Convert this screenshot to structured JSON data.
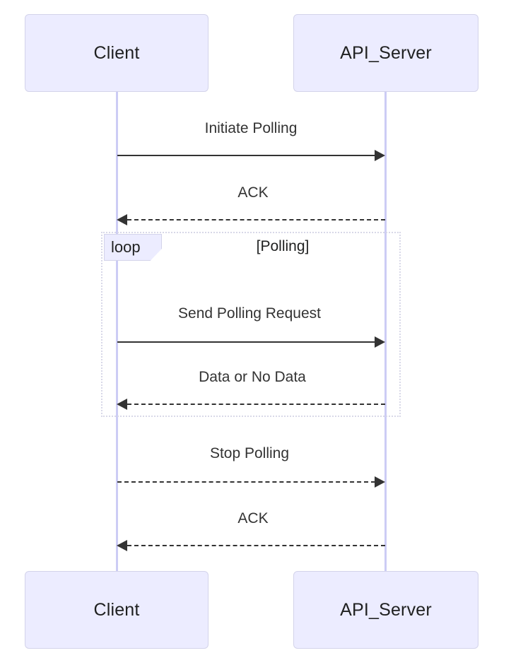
{
  "diagram": {
    "type": "sequence-diagram",
    "title": "",
    "participants": [
      {
        "id": "client",
        "label": "Client"
      },
      {
        "id": "api_server",
        "label": "API_Server"
      }
    ],
    "messages": [
      {
        "id": "m1",
        "label": "Initiate Polling",
        "from": "client",
        "to": "api_server",
        "direction": "right",
        "line": "solid"
      },
      {
        "id": "m2",
        "label": "ACK",
        "from": "api_server",
        "to": "client",
        "direction": "left",
        "line": "dashed"
      },
      {
        "id": "m3",
        "label": "Send Polling Request",
        "from": "client",
        "to": "api_server",
        "direction": "right",
        "line": "solid"
      },
      {
        "id": "m4",
        "label": "Data or No Data",
        "from": "api_server",
        "to": "client",
        "direction": "left",
        "line": "dashed"
      },
      {
        "id": "m5",
        "label": "Stop Polling",
        "from": "client",
        "to": "api_server",
        "direction": "right",
        "line": "dashed"
      },
      {
        "id": "m6",
        "label": "ACK",
        "from": "api_server",
        "to": "client",
        "direction": "left",
        "line": "dashed"
      }
    ],
    "fragments": [
      {
        "id": "loop1",
        "kind": "loop",
        "condition": "[Polling]",
        "contains": [
          "m3",
          "m4"
        ]
      }
    ],
    "colors": {
      "participant_fill": "#ECECFF",
      "participant_border": "#D3D3EA",
      "lifeline": "#CCCCF5",
      "message_line": "#333333",
      "fragment_border": "#D8D8E8",
      "text": "#1f2020",
      "background": "#ffffff"
    }
  }
}
